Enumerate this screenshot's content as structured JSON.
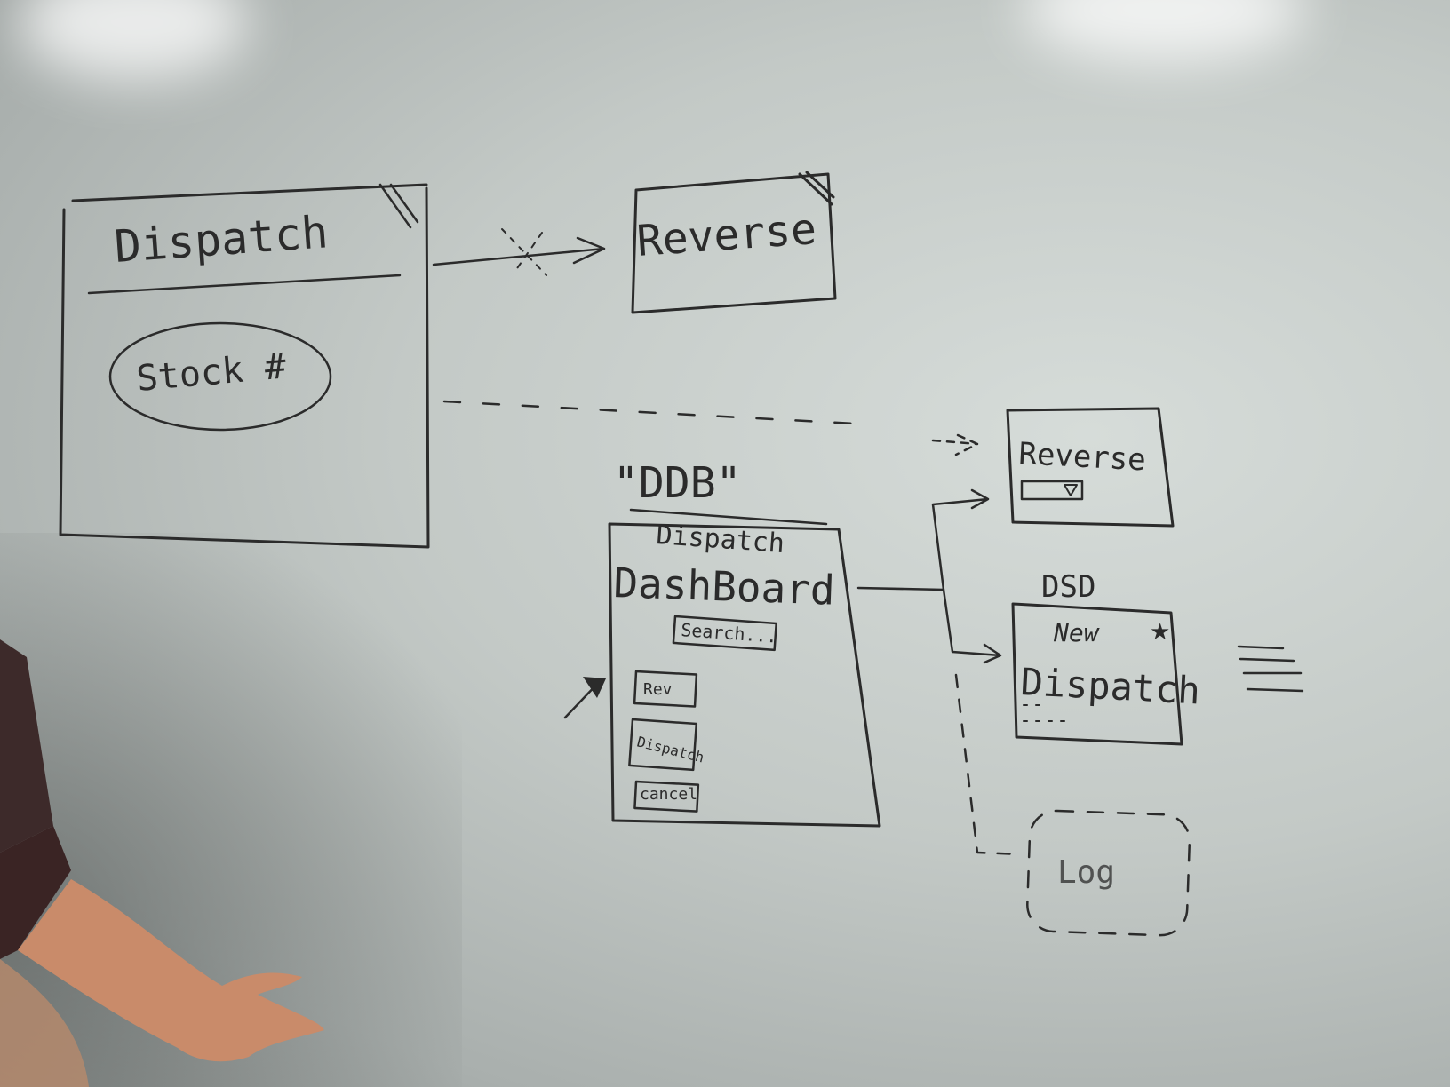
{
  "ink_color": "#2b2b2b",
  "board_color": "#c9cfcc",
  "screen1": {
    "title": "Dispatch",
    "field": "Stock #"
  },
  "screen2": {
    "title": "Reverse"
  },
  "ddb_label": "\"DDB\"",
  "dashboard": {
    "line1": "Dispatch",
    "line2": "DashBoard",
    "search": "Search...",
    "buttons": [
      "Rev",
      "Dispatch",
      "cancel"
    ]
  },
  "reverse_small": {
    "title": "Reverse"
  },
  "dsd_label": "DSD",
  "new_dispatch": {
    "line1": "New",
    "line2": "Dispatch"
  },
  "log": {
    "label": "Log"
  }
}
